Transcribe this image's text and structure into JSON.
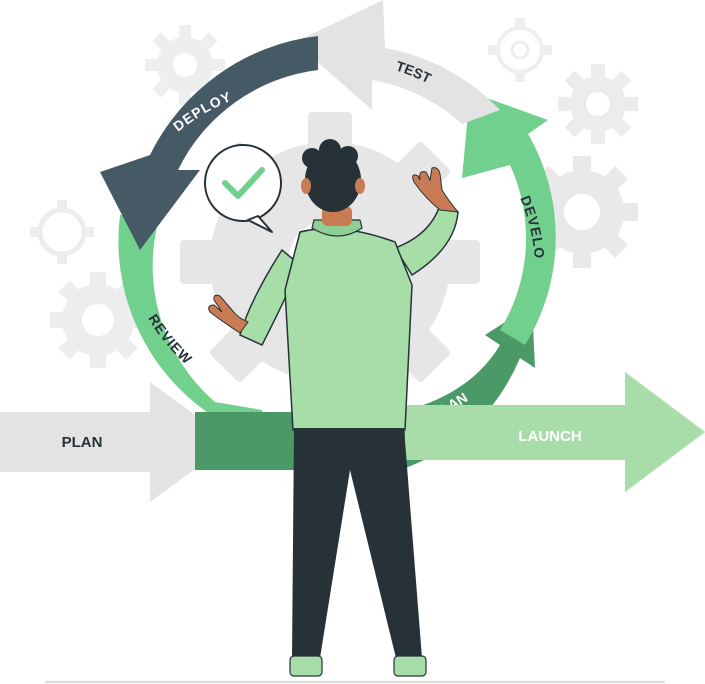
{
  "labels": {
    "deploy": "DEPLOY",
    "test": "TEST",
    "develop": "DEVELOP",
    "review": "REVIEW",
    "plan_inner": "PLAN",
    "plan_outer": "PLAN",
    "launch": "LAUNCH"
  },
  "colors": {
    "dark_slate": "#465a66",
    "light_gray": "#e3e3e3",
    "mint": "#72d08f",
    "dark_green": "#4a9966",
    "pale_green": "#a8dca9",
    "gear_gray": "#ededed",
    "gear_dark": "#d6d6d6",
    "shirt": "#a7dea8",
    "pants": "#263238",
    "skin": "#c97b54",
    "hair": "#263238"
  },
  "icons": {
    "checkmark": "check-icon",
    "gears": "gear-icon"
  }
}
